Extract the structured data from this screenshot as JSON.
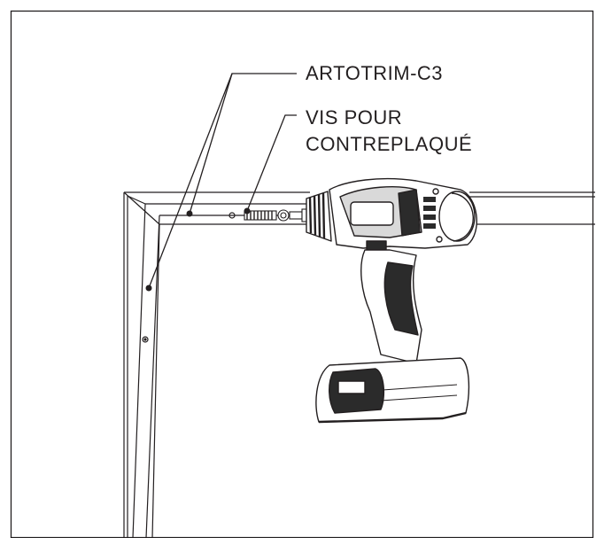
{
  "callouts": {
    "artotrim": "ARTOTRIM-C3",
    "screw_line1": "VIS POUR",
    "screw_line2": "CONTREPLAQUÉ"
  },
  "colors": {
    "line": "#231f20",
    "background": "#ffffff",
    "drill_dark": "#2b2b2b",
    "drill_light": "#ffffff"
  },
  "icons": [
    "drill-illustration",
    "screw-illustration",
    "frame-corner"
  ]
}
